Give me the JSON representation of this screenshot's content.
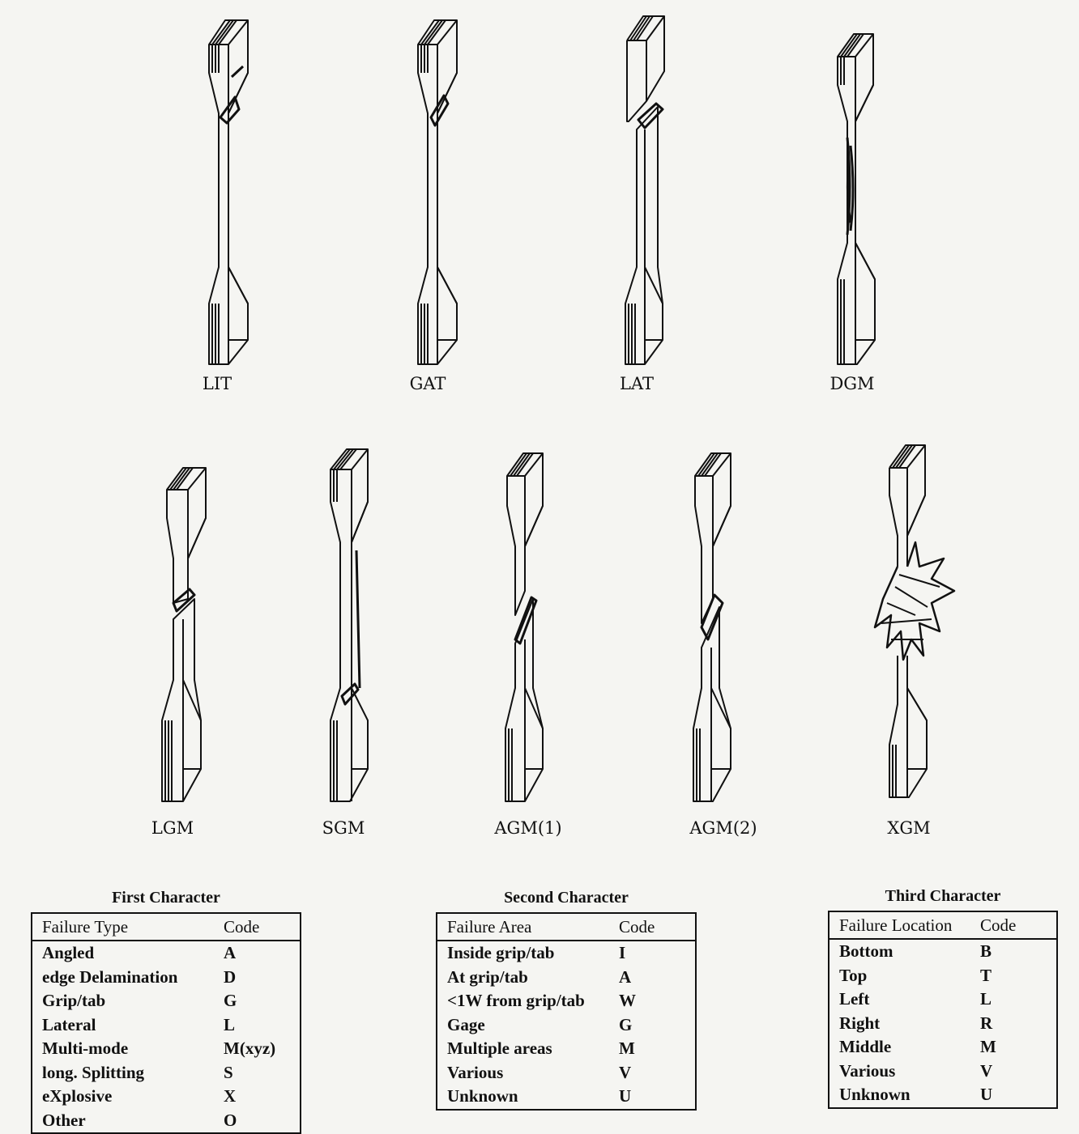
{
  "specimens": [
    {
      "label": "LIT"
    },
    {
      "label": "GAT"
    },
    {
      "label": "LAT"
    },
    {
      "label": "DGM"
    },
    {
      "label": "LGM"
    },
    {
      "label": "SGM"
    },
    {
      "label": "AGM(1)"
    },
    {
      "label": "AGM(2)"
    },
    {
      "label": "XGM"
    }
  ],
  "tables": {
    "first": {
      "title": "First Character",
      "col1": "Failure Type",
      "col2": "Code",
      "rows": [
        [
          "Angled",
          "A"
        ],
        [
          "edge Delamination",
          "D"
        ],
        [
          "Grip/tab",
          "G"
        ],
        [
          "Lateral",
          "L"
        ],
        [
          "Multi-mode",
          "M(xyz)"
        ],
        [
          "long. Splitting",
          "S"
        ],
        [
          "eXplosive",
          "X"
        ],
        [
          "Other",
          "O"
        ]
      ]
    },
    "second": {
      "title": "Second Character",
      "col1": "Failure Area",
      "col2": "Code",
      "rows": [
        [
          "Inside grip/tab",
          "I"
        ],
        [
          "At grip/tab",
          "A"
        ],
        [
          "<1W from grip/tab",
          "W"
        ],
        [
          "Gage",
          "G"
        ],
        [
          "Multiple areas",
          "M"
        ],
        [
          "Various",
          "V"
        ],
        [
          "Unknown",
          "U"
        ]
      ]
    },
    "third": {
      "title": "Third Character",
      "col1": "Failure Location",
      "col2": "Code",
      "rows": [
        [
          "Bottom",
          "B"
        ],
        [
          "Top",
          "T"
        ],
        [
          "Left",
          "L"
        ],
        [
          "Right",
          "R"
        ],
        [
          "Middle",
          "M"
        ],
        [
          "Various",
          "V"
        ],
        [
          "Unknown",
          "U"
        ]
      ]
    }
  }
}
